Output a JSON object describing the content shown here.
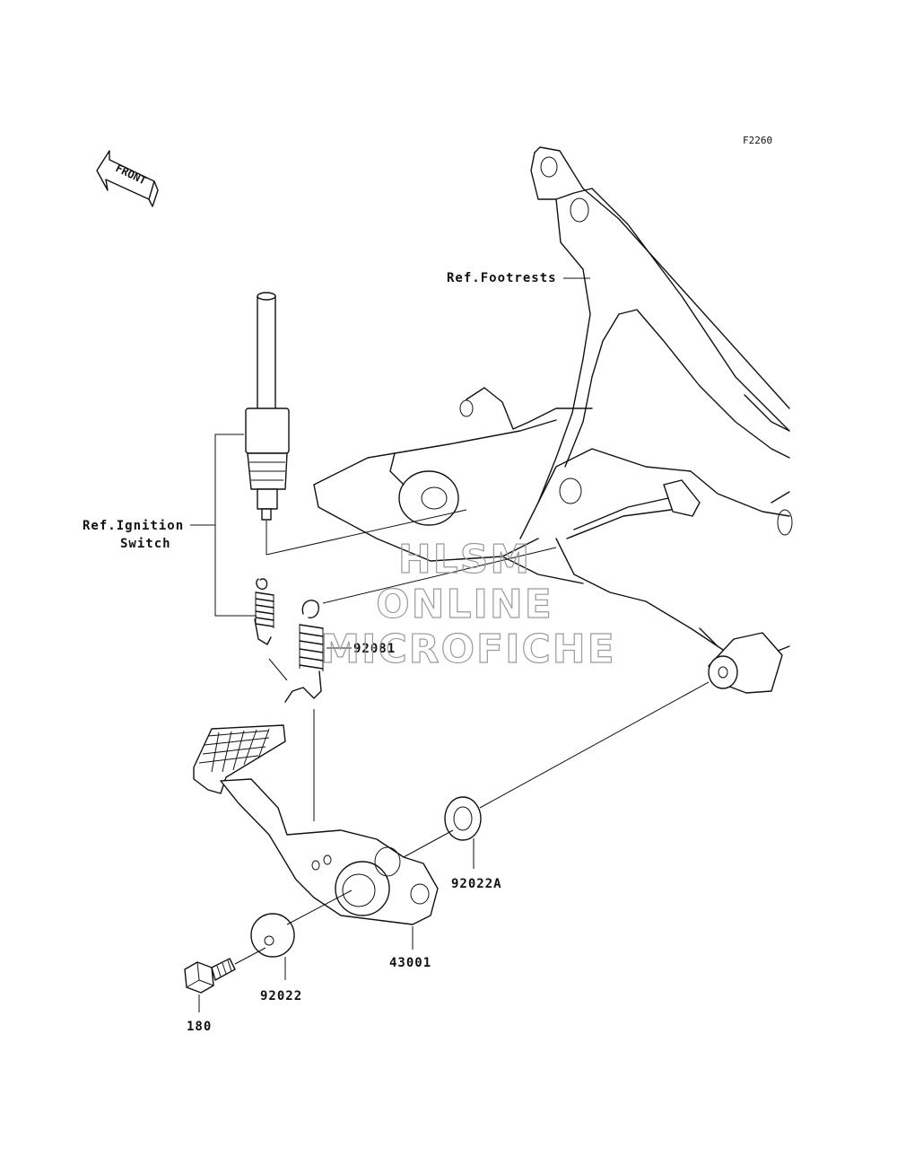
{
  "figure_code": "F2260",
  "front_arrow_text": "FRONT",
  "watermark": {
    "line1": "HLSM",
    "line2": "ONLINE",
    "line3": "MICROFICHE"
  },
  "refs": {
    "footrests": "Ref.Footrests",
    "ignition_line1": "Ref.Ignition",
    "ignition_line2": "Switch"
  },
  "parts": [
    {
      "id": "spring",
      "number": "92081"
    },
    {
      "id": "washer-a",
      "number": "92022A"
    },
    {
      "id": "pedal",
      "number": "43001"
    },
    {
      "id": "washer",
      "number": "92022"
    },
    {
      "id": "bolt",
      "number": "180"
    }
  ]
}
